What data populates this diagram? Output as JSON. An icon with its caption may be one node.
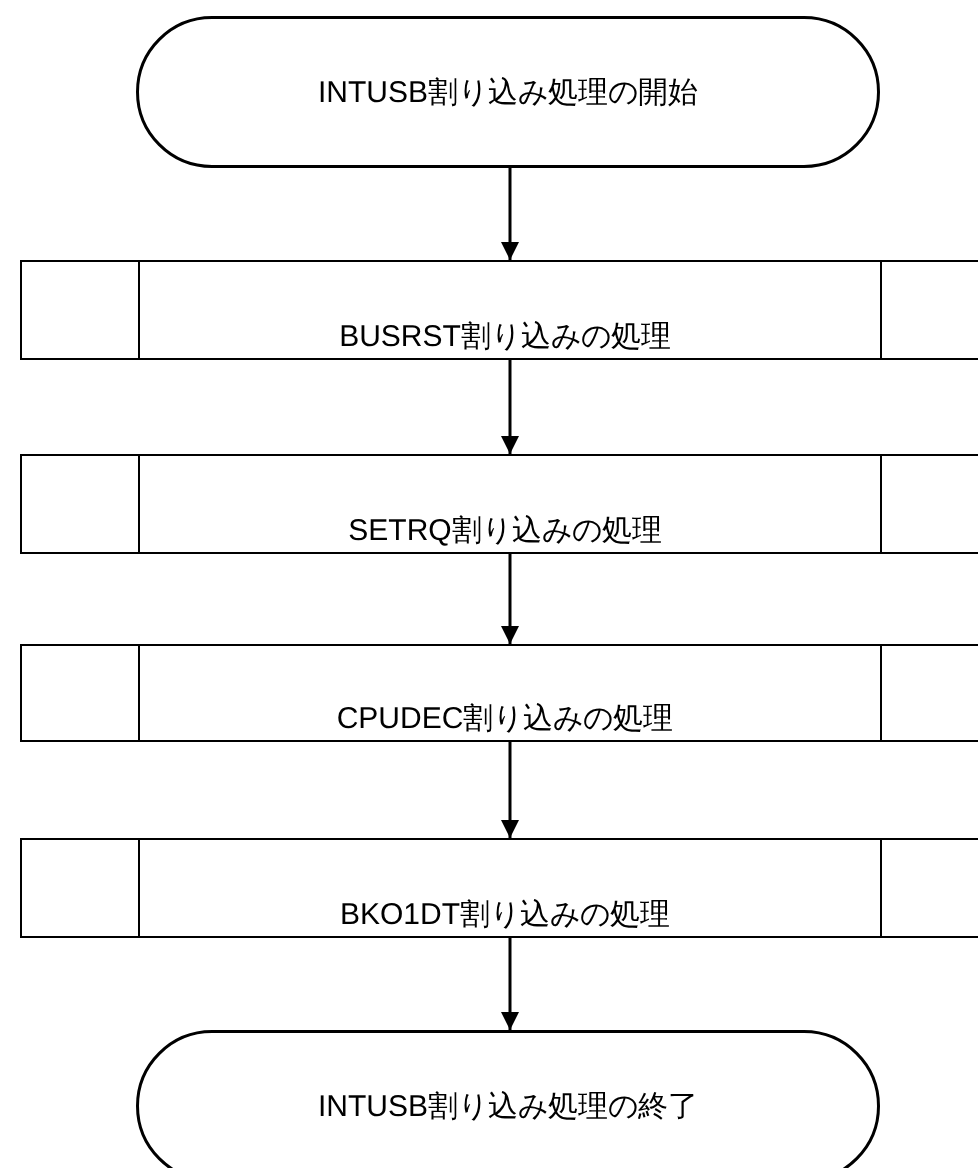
{
  "diagram": {
    "nodes": [
      {
        "text": [
          "INTUSB割り込み処理の開始"
        ]
      },
      {
        "text": [
          "BUSRST割り込みの処理"
        ]
      },
      {
        "text": [
          "SETRQ割り込みの処理"
        ]
      },
      {
        "text": [
          "CPUDEC割り込みの処理"
        ]
      },
      {
        "text": [
          "BKO1DT割り込みの処理"
        ]
      },
      {
        "text": [
          "INTUSB割り込み処理の終了"
        ]
      }
    ],
    "edges": [
      {
        "from": 0,
        "to": 1,
        "arrow": "to"
      },
      {
        "from": 1,
        "to": 2,
        "arrow": "to"
      },
      {
        "from": 2,
        "to": 3,
        "arrow": "to"
      },
      {
        "from": 3,
        "to": 4,
        "arrow": "to"
      },
      {
        "from": 4,
        "to": 5,
        "arrow": "to"
      }
    ]
  }
}
